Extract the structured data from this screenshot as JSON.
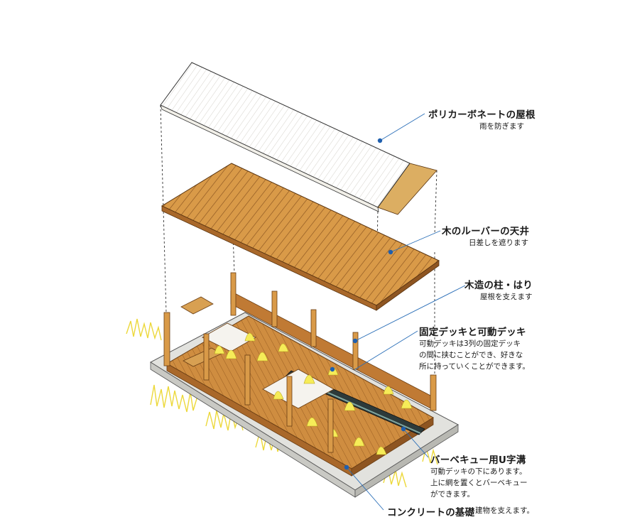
{
  "colors": {
    "wood_light": "#e0aa55",
    "wood_mid": "#c8823a",
    "wood_dark": "#8a5420",
    "roof": "#fafaf7",
    "ink": "#3a2a1a",
    "grass": "#f3e54a",
    "concrete": "#e2e2de",
    "leader": "#2b6fb8",
    "dot": "#1f5fae"
  },
  "callouts": {
    "roof": {
      "title": "ポリカーボネートの屋根",
      "desc": "雨を防ぎます"
    },
    "louver": {
      "title": "木のルーバーの天井",
      "desc": "日差しを遮ります"
    },
    "frame": {
      "title": "木造の柱・はり",
      "desc": "屋根を支えます"
    },
    "deck": {
      "title": "固定デッキと可動デッキ",
      "desc": [
        "可動デッキは3列の固定デッキ",
        "の間に挟むことができ、好きな",
        "所に持っていくことができます。"
      ]
    },
    "bbq": {
      "title": "バーベキュー用U字溝",
      "desc": [
        "可動デッキの下にあります。",
        "上に網を置くとバーベキュー",
        "ができます。"
      ]
    },
    "foundation": {
      "title": "コンクリートの基礎",
      "desc": "建物を支えます。"
    }
  }
}
